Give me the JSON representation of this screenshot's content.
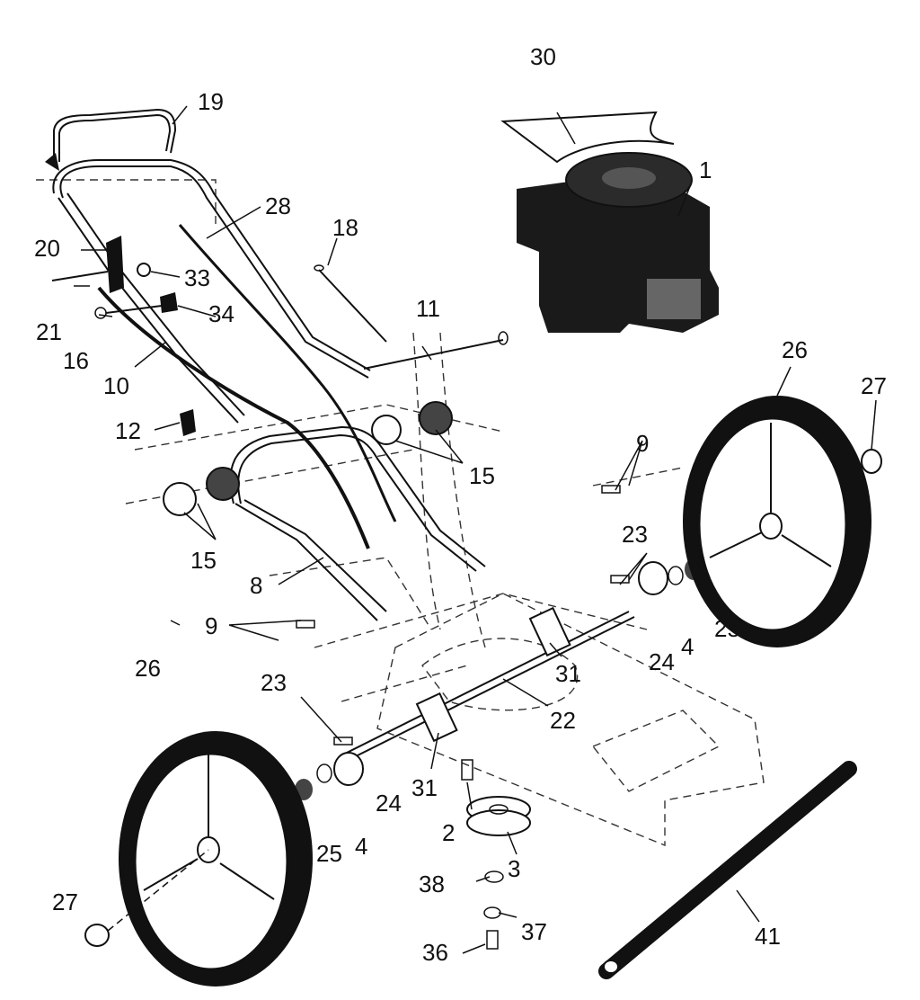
{
  "diagram": {
    "callouts": [
      "30",
      "1",
      "19",
      "28",
      "18",
      "20",
      "33",
      "21",
      "34",
      "16",
      "11",
      "10",
      "26",
      "27",
      "12",
      "15",
      "9",
      "23",
      "8",
      "24",
      "4",
      "25",
      "31",
      "22",
      "2",
      "3",
      "38",
      "37",
      "36",
      "41"
    ]
  }
}
